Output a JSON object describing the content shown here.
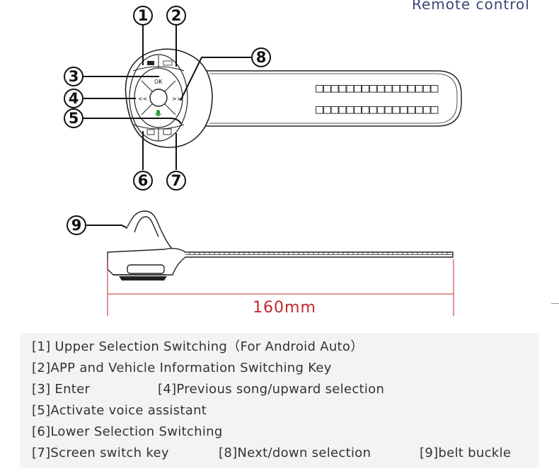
{
  "header": {
    "title": "Remote control"
  },
  "diagram": {
    "callouts": [
      "1",
      "2",
      "3",
      "4",
      "5",
      "6",
      "7",
      "8",
      "9"
    ],
    "keys": {
      "ok": "OK",
      "prev": "<<",
      "next": ">>"
    },
    "strap_text_rows": [
      "□□□□□□□□□□□□□□□□",
      "□□□□□□□□□□□□□□□□"
    ],
    "dimension": "160mm",
    "colors": {
      "dimension": "#c0282e",
      "title": "#3d4676",
      "mic": "#2a9d3a"
    }
  },
  "legend": {
    "lines": [
      {
        "items": [
          "[1] Upper Selection Switching（For Android Auto）"
        ]
      },
      {
        "items": [
          "[2]APP and Vehicle Information Switching Key"
        ]
      },
      {
        "items": [
          "[3] Enter",
          "[4]Previous song/upward selection"
        ]
      },
      {
        "items": [
          "[5]Activate voice assistant"
        ]
      },
      {
        "items": [
          "[6]Lower Selection Switching"
        ]
      },
      {
        "items": [
          "[7]Screen switch key",
          "[8]Next/down selection",
          "[9]belt buckle"
        ]
      }
    ]
  }
}
